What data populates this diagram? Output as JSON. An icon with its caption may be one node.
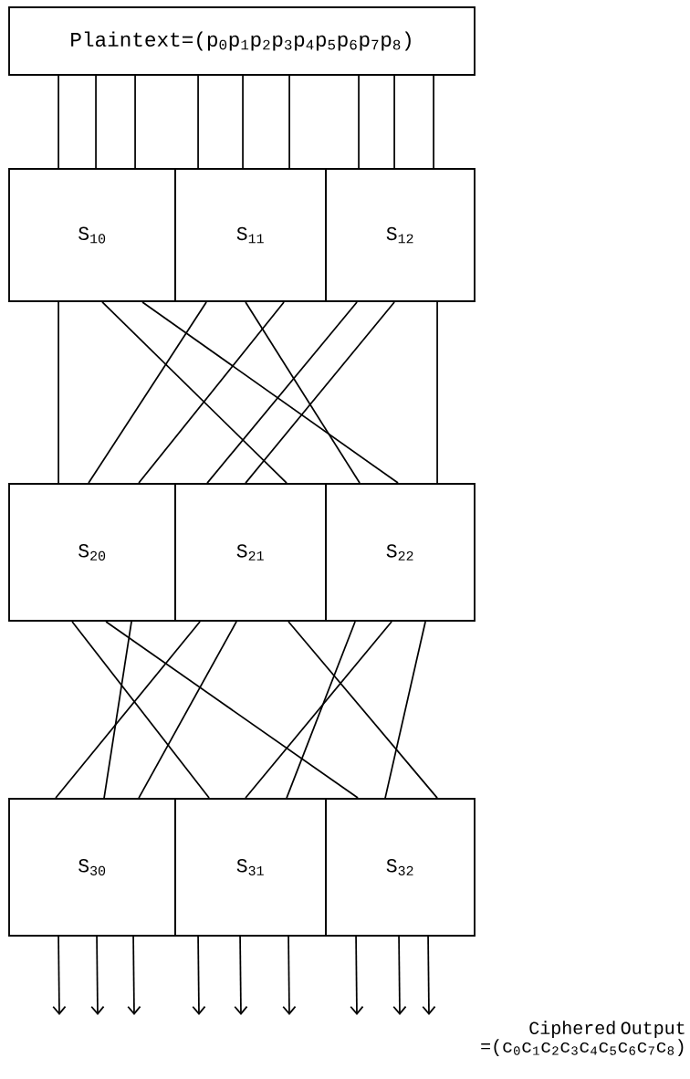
{
  "diagram": {
    "nodes": [
      {
        "text": [
          "Plaintext=(p$_{0}$p$_{1}$p$_{2}$p$_{3}$p$_{4}$p$_{5}$p$_{6}$p$_{7}$p$_{8}$)"
        ]
      },
      {
        "text": [
          "S$_{10}$"
        ]
      },
      {
        "text": [
          "S$_{11}$"
        ]
      },
      {
        "text": [
          "S$_{12}$"
        ]
      },
      {
        "text": [
          "S$_{20}$"
        ]
      },
      {
        "text": [
          "S$_{21}$"
        ]
      },
      {
        "text": [
          "S$_{22}$"
        ]
      },
      {
        "text": [
          "S$_{30}$"
        ]
      },
      {
        "text": [
          "S$_{31}$"
        ]
      },
      {
        "text": [
          "S$_{32}$"
        ]
      }
    ],
    "edges": [
      {
        "from": 0,
        "to": 1,
        "arrow": "none"
      },
      {
        "from": 0,
        "to": 1,
        "arrow": "none"
      },
      {
        "from": 0,
        "to": 1,
        "arrow": "none"
      },
      {
        "from": 0,
        "to": 2,
        "arrow": "none"
      },
      {
        "from": 0,
        "to": 2,
        "arrow": "none"
      },
      {
        "from": 0,
        "to": 2,
        "arrow": "none"
      },
      {
        "from": 0,
        "to": 3,
        "arrow": "none"
      },
      {
        "from": 0,
        "to": 3,
        "arrow": "none"
      },
      {
        "from": 0,
        "to": 3,
        "arrow": "none"
      },
      {
        "from": 1,
        "to": 4,
        "arrow": "none"
      },
      {
        "from": 1,
        "to": 5,
        "arrow": "none"
      },
      {
        "from": 1,
        "to": 6,
        "arrow": "none"
      },
      {
        "from": 2,
        "to": 4,
        "arrow": "none"
      },
      {
        "from": 2,
        "to": 6,
        "arrow": "none"
      },
      {
        "from": 2,
        "to": 4,
        "arrow": "none"
      },
      {
        "from": 3,
        "to": 5,
        "arrow": "none"
      },
      {
        "from": 3,
        "to": 5,
        "arrow": "none"
      },
      {
        "from": 3,
        "to": 6,
        "arrow": "none"
      },
      {
        "from": 4,
        "to": 8,
        "arrow": "none"
      },
      {
        "from": 4,
        "to": 9,
        "arrow": "none"
      },
      {
        "from": 4,
        "to": 7,
        "arrow": "none"
      },
      {
        "from": 5,
        "to": 7,
        "arrow": "none"
      },
      {
        "from": 5,
        "to": 7,
        "arrow": "none"
      },
      {
        "from": 5,
        "to": 9,
        "arrow": "none"
      },
      {
        "from": 6,
        "to": 8,
        "arrow": "none"
      },
      {
        "from": 6,
        "to": 8,
        "arrow": "none"
      },
      {
        "from": 6,
        "to": 9,
        "arrow": "none"
      },
      {
        "from": 7,
        "to": null,
        "arrow": "to"
      },
      {
        "from": 7,
        "to": null,
        "arrow": "to"
      },
      {
        "from": 7,
        "to": null,
        "arrow": "to"
      },
      {
        "from": 8,
        "to": null,
        "arrow": "to"
      },
      {
        "from": 8,
        "to": null,
        "arrow": "to"
      },
      {
        "from": 8,
        "to": null,
        "arrow": "to"
      },
      {
        "from": 9,
        "to": null,
        "arrow": "to"
      },
      {
        "from": 9,
        "to": null,
        "arrow": "to"
      },
      {
        "from": 9,
        "to": null,
        "arrow": "to"
      }
    ],
    "labels": [
      "Ciphered Output =(c$_{0}$c$_{1}$c$_{2}$c$_{3}$c$_{4}$c$_{5}$c$_{6}$c$_{7}$c$_{8}$)"
    ]
  }
}
